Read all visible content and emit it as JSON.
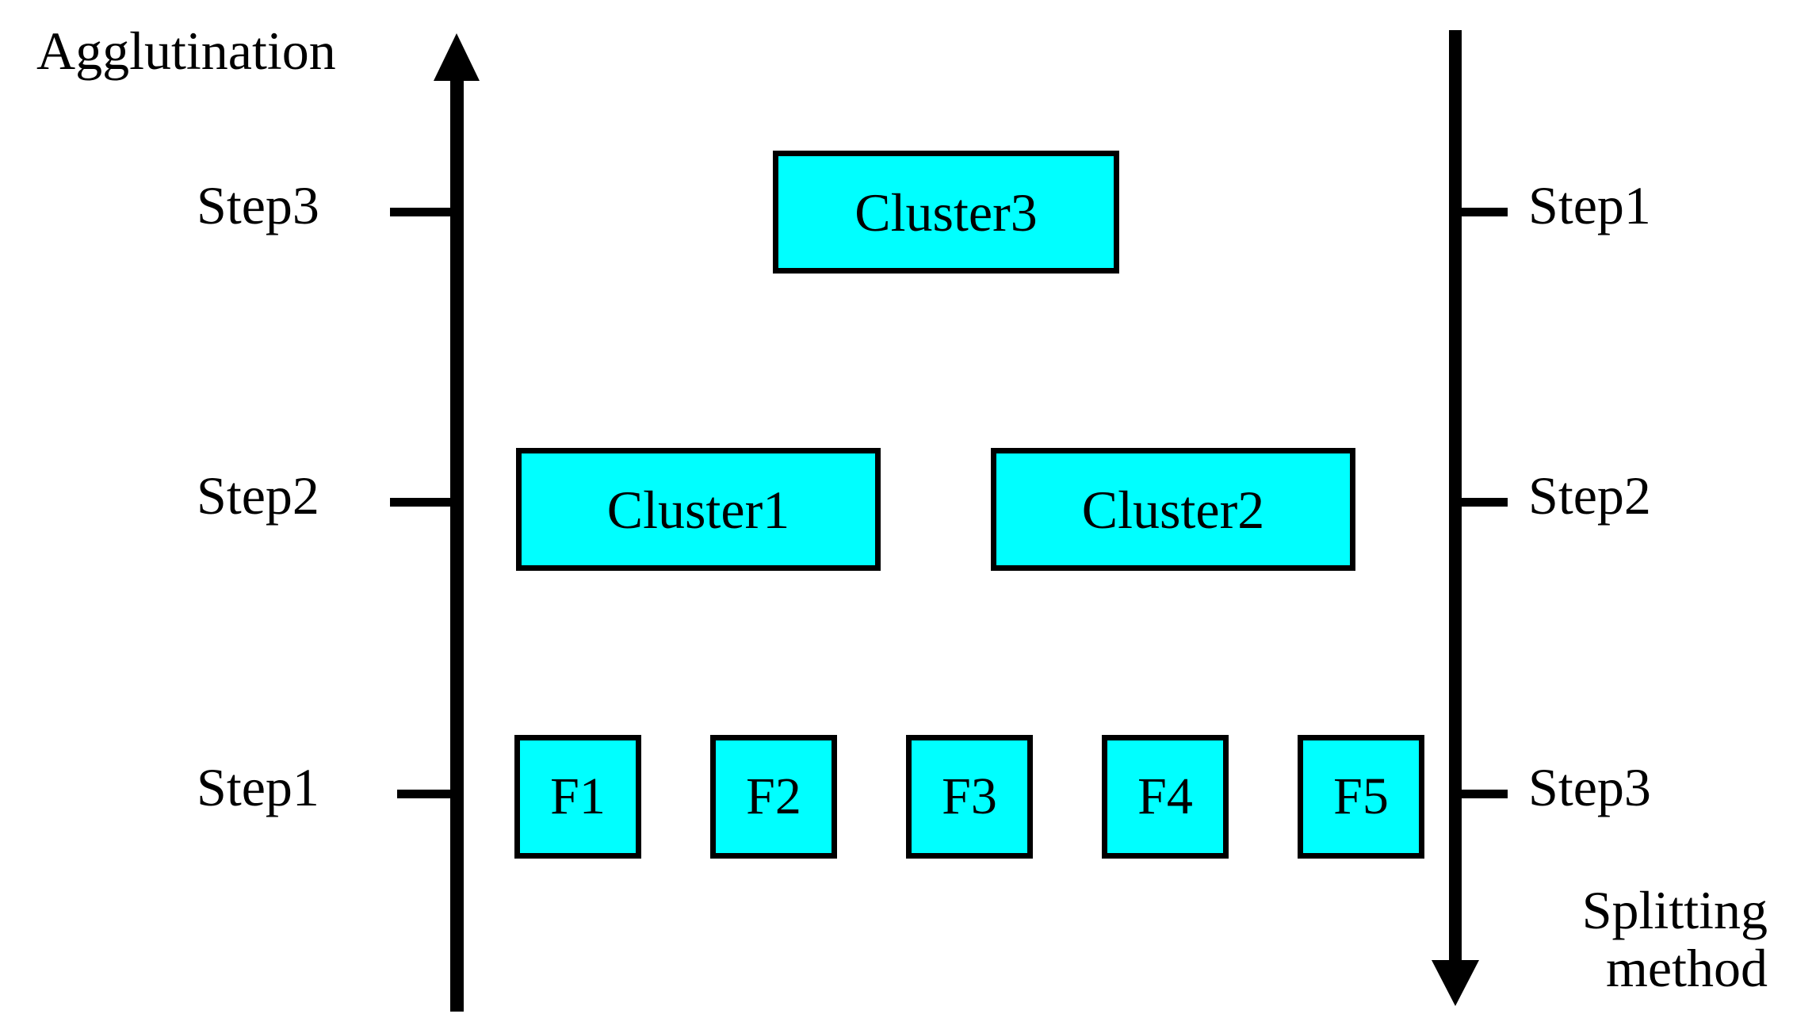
{
  "diagram": {
    "title_left": "Agglutination",
    "title_right_line1": "Splitting",
    "title_right_line2": "method",
    "left_axis": {
      "name": "agglutination-axis",
      "direction": "up",
      "ticks": [
        {
          "label": "Step3"
        },
        {
          "label": "Step2"
        },
        {
          "label": "Step1"
        }
      ]
    },
    "right_axis": {
      "name": "splitting-axis",
      "direction": "down",
      "ticks": [
        {
          "label": "Step1"
        },
        {
          "label": "Step2"
        },
        {
          "label": "Step3"
        }
      ]
    },
    "levels": [
      {
        "name": "level-3",
        "nodes": [
          {
            "label": "Cluster3"
          }
        ]
      },
      {
        "name": "level-2",
        "nodes": [
          {
            "label": "Cluster1"
          },
          {
            "label": "Cluster2"
          }
        ]
      },
      {
        "name": "level-1",
        "nodes": [
          {
            "label": "F1"
          },
          {
            "label": "F2"
          },
          {
            "label": "F3"
          },
          {
            "label": "F4"
          },
          {
            "label": "F5"
          }
        ]
      }
    ],
    "colors": {
      "node_fill": "#00FFFF",
      "node_border": "#000000",
      "background": "#FFFFFF",
      "text": "#000000"
    }
  }
}
